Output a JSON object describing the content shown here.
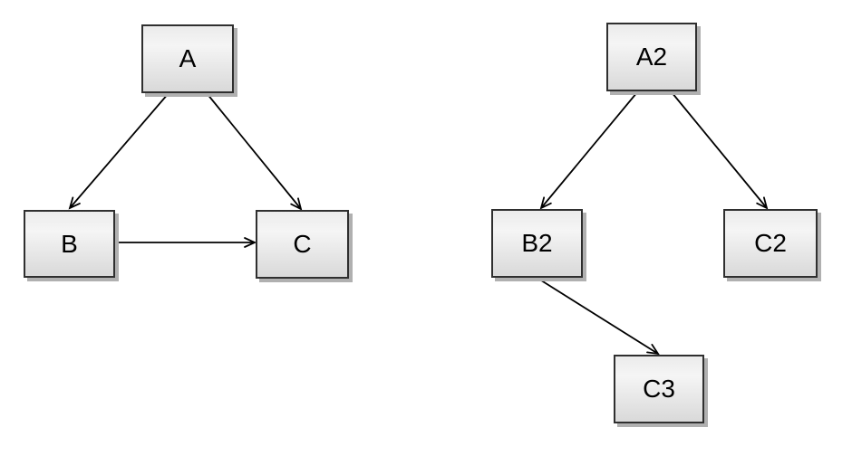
{
  "colors": {
    "background": "#ffffff",
    "node_border": "#2f2f2f",
    "node_fill_top": "#ebebeb",
    "node_fill_mid": "#f5f5f5",
    "node_fill_bottom": "#d9d9d9",
    "node_shadow": "#b0b0b0",
    "edge": "#000000",
    "label": "#000000"
  },
  "diagrams": [
    {
      "name": "left-graph",
      "nodes": [
        {
          "id": "A",
          "label": "A"
        },
        {
          "id": "B",
          "label": "B"
        },
        {
          "id": "C",
          "label": "C"
        }
      ],
      "edges": [
        {
          "from": "A",
          "to": "B"
        },
        {
          "from": "A",
          "to": "C"
        },
        {
          "from": "B",
          "to": "C"
        }
      ]
    },
    {
      "name": "right-graph",
      "nodes": [
        {
          "id": "A2",
          "label": "A2"
        },
        {
          "id": "B2",
          "label": "B2"
        },
        {
          "id": "C2",
          "label": "C2"
        },
        {
          "id": "C3",
          "label": "C3"
        }
      ],
      "edges": [
        {
          "from": "A2",
          "to": "B2"
        },
        {
          "from": "A2",
          "to": "C2"
        },
        {
          "from": "B2",
          "to": "C3"
        }
      ]
    }
  ]
}
